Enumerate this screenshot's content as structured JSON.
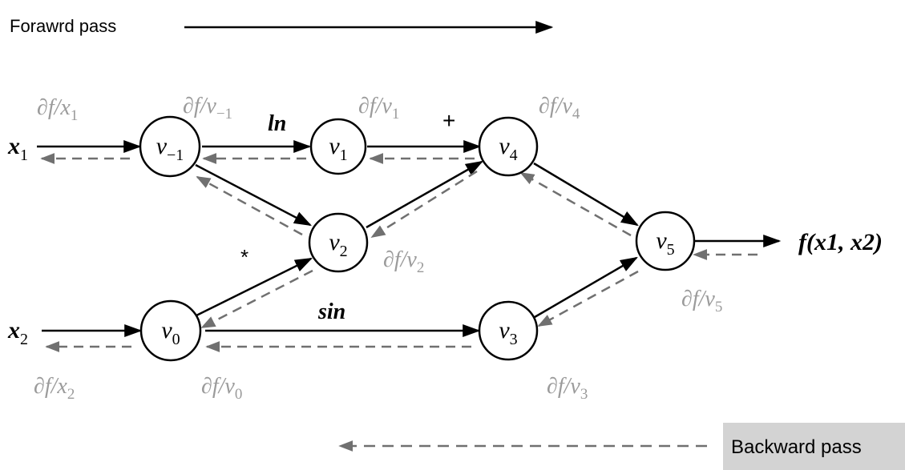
{
  "legend": {
    "forward": {
      "label": "Forawrd pass"
    },
    "backward": {
      "label": "Backward pass",
      "box_color": "#d3d3d3"
    }
  },
  "colors": {
    "forward_edge": "#000000",
    "backward_edge": "#707070",
    "gradient_label": "#9b9b9b",
    "node_stroke": "#000000"
  },
  "nodes": [
    {
      "id": "v_minus1",
      "base": "v",
      "sub": "−1"
    },
    {
      "id": "v1",
      "base": "v",
      "sub": "1"
    },
    {
      "id": "v2",
      "base": "v",
      "sub": "2"
    },
    {
      "id": "v0",
      "base": "v",
      "sub": "0"
    },
    {
      "id": "v3",
      "base": "v",
      "sub": "3"
    },
    {
      "id": "v4",
      "base": "v",
      "sub": "4"
    },
    {
      "id": "v5",
      "base": "v",
      "sub": "5"
    }
  ],
  "inputs": [
    {
      "id": "x1",
      "base": "x",
      "sub": "1"
    },
    {
      "id": "x2",
      "base": "x",
      "sub": "2"
    }
  ],
  "output": {
    "text": "f(x1, x2)"
  },
  "operations": [
    {
      "id": "op_ln",
      "text": "ln"
    },
    {
      "id": "op_plus",
      "text": "+"
    },
    {
      "id": "op_mul",
      "text": "*"
    },
    {
      "id": "op_sin",
      "text": "sin"
    }
  ],
  "gradients": [
    {
      "id": "g_x1",
      "prefix": "∂f/",
      "var": "x",
      "sub": "1"
    },
    {
      "id": "g_vm1",
      "prefix": "∂f/",
      "var": "v",
      "sub": "−1"
    },
    {
      "id": "g_v1",
      "prefix": "∂f/",
      "var": "v",
      "sub": "1"
    },
    {
      "id": "g_v4",
      "prefix": "∂f/",
      "var": "v",
      "sub": "4"
    },
    {
      "id": "g_v2",
      "prefix": "∂f/",
      "var": "v",
      "sub": "2"
    },
    {
      "id": "g_v5",
      "prefix": "∂f/",
      "var": "v",
      "sub": "5"
    },
    {
      "id": "g_x2",
      "prefix": "∂f/",
      "var": "x",
      "sub": "2"
    },
    {
      "id": "g_v0",
      "prefix": "∂f/",
      "var": "v",
      "sub": "0"
    },
    {
      "id": "g_v3",
      "prefix": "∂f/",
      "var": "v",
      "sub": "3"
    }
  ]
}
